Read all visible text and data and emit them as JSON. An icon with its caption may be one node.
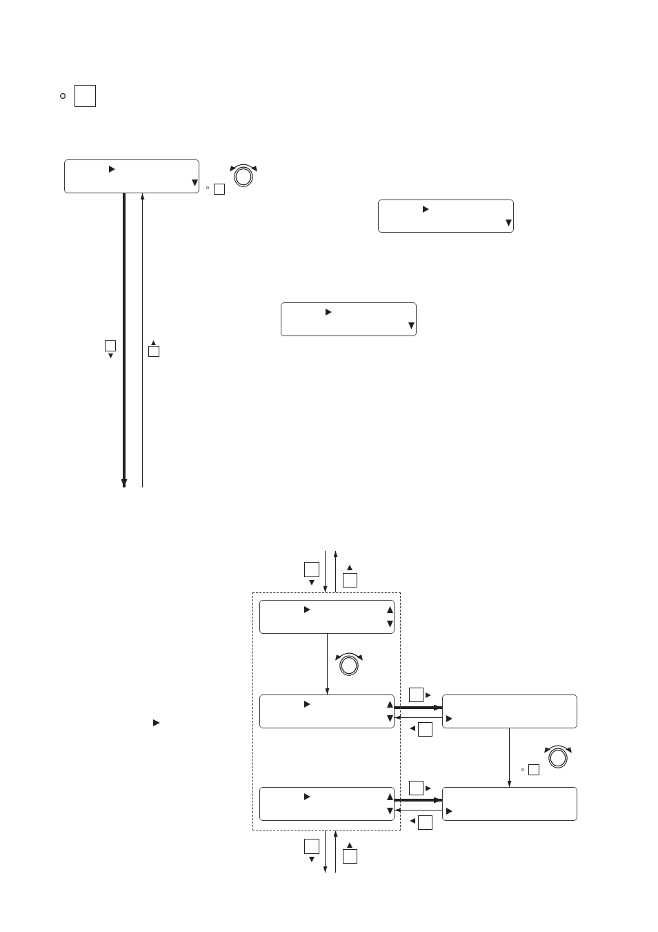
{
  "diagram": {
    "nodes": [
      {
        "text": [],
        "shape": "box"
      },
      {
        "text": [],
        "shape": "box"
      },
      {
        "text": [],
        "shape": "box"
      },
      {
        "text": [],
        "shape": "box"
      },
      {
        "text": [],
        "shape": "box",
        "in": 3
      },
      {
        "text": [],
        "shape": "box",
        "in": 3
      },
      {
        "text": [],
        "shape": "box"
      },
      {
        "text": [],
        "shape": "box",
        "in": 3
      },
      {
        "text": [],
        "shape": "box"
      }
    ],
    "edges": [
      {
        "from": 0,
        "to": null,
        "arrow": "to",
        "style": "thick"
      },
      {
        "from": null,
        "to": 0,
        "arrow": "to"
      },
      {
        "from": null,
        "to": 3,
        "arrow": "to"
      },
      {
        "from": 3,
        "to": null,
        "arrow": "to"
      },
      {
        "from": 4,
        "to": 5,
        "arrow": "to"
      },
      {
        "from": 5,
        "to": 6,
        "arrow": "to",
        "style": "thick"
      },
      {
        "from": 6,
        "to": 5,
        "arrow": "to"
      },
      {
        "from": 6,
        "to": 8,
        "arrow": "to"
      },
      {
        "from": 7,
        "to": 8,
        "arrow": "to",
        "style": "thick"
      },
      {
        "from": 8,
        "to": 7,
        "arrow": "to"
      },
      {
        "from": 3,
        "to": null,
        "arrow": "to"
      },
      {
        "from": null,
        "to": 3,
        "arrow": "to"
      }
    ]
  }
}
